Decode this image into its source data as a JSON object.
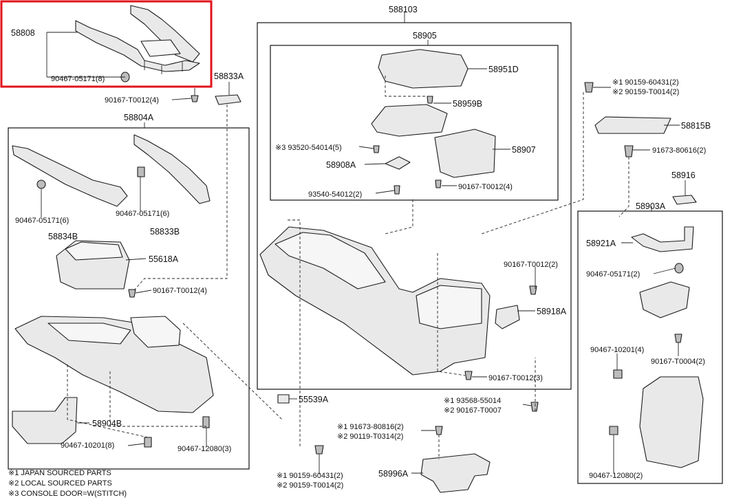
{
  "labels": {
    "p58808": "58808",
    "p90467_05171_8": "90467-05171(8)",
    "p90167_t0012_4_top": "90167-T0012(4)",
    "p58833a": "58833A",
    "p58804a": "58804A",
    "p90467_05171_6a": "90467-05171(6)",
    "p90467_05171_6b": "90467-05171(6)",
    "p58834b": "58834B",
    "p58833b": "58833B",
    "p55618a": "55618A",
    "p90167_t0012_4_mid": "90167-T0012(4)",
    "p58904b": "58904B",
    "p90467_10201_8": "90467-10201(8)",
    "p90467_12080_3": "90467-12080(3)",
    "p55539a": "55539A",
    "p588103": "588103",
    "p58905": "58905",
    "p58951d": "58951D",
    "p58959b": "58959B",
    "p93520": "※3 93520-54014(5)",
    "p58907": "58907",
    "p58908a": "58908A",
    "p93540": "93540-54012(2)",
    "p90167_t0012_4_box": "90167-T0012(4)",
    "p90167_t0012_2": "90167-T0012(2)",
    "p58918a": "58918A",
    "p90167_t0012_3": "90167-T0012(3)",
    "p93568_a": "※1 93568-55014",
    "p93568_b": "※2 90167-T0007",
    "p91673_c": "※1 91673-80816(2)",
    "p91673_d": "※2 90119-T0314(2)",
    "p90159_bot_a": "※1 90159-60431(2)",
    "p90159_bot_b": "※2 90159-T0014(2)",
    "p58996a": "58996A",
    "p90159_top_a": "※1 90159-60431(2)",
    "p90159_top_b": "※2 90159-T0014(2)",
    "p58815b": "58815B",
    "p91673_80616": "91673-80616(2)",
    "p58916": "58916",
    "p58903a": "58903A",
    "p58921a": "58921A",
    "p90467_05171_2": "90467-05171(2)",
    "p90467_10201_4": "90467-10201(4)",
    "p90167_t0004_2": "90167-T0004(2)",
    "p90467_12080_2": "90467-12080(2)"
  },
  "notes": {
    "note1": "※1 JAPAN SOURCED PARTS",
    "note2": "※2 LOCAL SOURCED PARTS",
    "note3": "※3 CONSOLE DOOR=W(STITCH)"
  },
  "colors": {
    "highlight": "#e0131c",
    "line": "#111111",
    "part_fill": "#e9e9e9"
  }
}
